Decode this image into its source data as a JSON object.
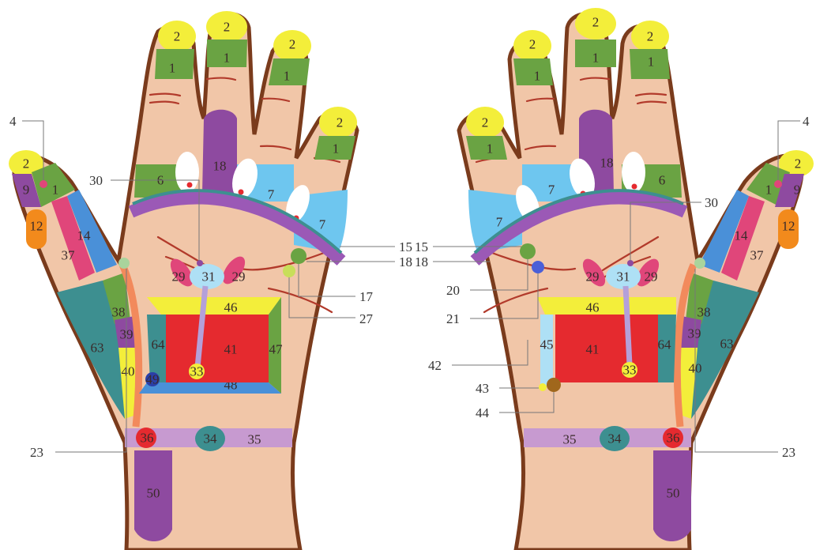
{
  "colors": {
    "skin": "#f1c6a8",
    "outline": "#7a3b1c",
    "yellow": "#f3ee3a",
    "green": "#6aa343",
    "purple": "#8e4aa0",
    "lightblue": "#6ec6ef",
    "blue": "#4a90d8",
    "red": "#e52a2f",
    "teal": "#3d8f90",
    "orange": "#f28a1c",
    "lavender": "#c79ad0",
    "pink": "#e0467a"
  },
  "left_hand": {
    "fingertips": [
      "2",
      "2",
      "2",
      "2",
      "2"
    ],
    "finger_bands": [
      "1",
      "1",
      "1",
      "1",
      "1"
    ],
    "zones": {
      "z9": "9",
      "z12": "12",
      "z14": "14",
      "z37": "37",
      "z6": "6",
      "z18": "18",
      "z7a": "7",
      "z7b": "7",
      "z29a": "29",
      "z31": "31",
      "z29b": "29",
      "z46": "46",
      "z38": "38",
      "z39": "39",
      "z64": "64",
      "z41": "41",
      "z47": "47",
      "z63": "63",
      "z40": "40",
      "z33": "33",
      "z49": "49",
      "z48": "48",
      "z36": "36",
      "z34": "34",
      "z35": "35",
      "z50": "50"
    },
    "callouts": {
      "c4": "4",
      "c30": "30",
      "c15": "15",
      "c18": "18",
      "c17": "17",
      "c27": "27",
      "c23": "23"
    }
  },
  "right_hand": {
    "fingertips": [
      "2",
      "2",
      "2",
      "2",
      "2"
    ],
    "finger_bands": [
      "1",
      "1",
      "1",
      "1",
      "1"
    ],
    "zones": {
      "z9": "9",
      "z12": "12",
      "z14": "14",
      "z37": "37",
      "z6": "6",
      "z18": "18",
      "z7a": "7",
      "z7b": "7",
      "z29a": "29",
      "z31": "31",
      "z29b": "29",
      "z46": "46",
      "z38": "38",
      "z39": "39",
      "z64": "64",
      "z41": "41",
      "z45": "45",
      "z63": "63",
      "z40": "40",
      "z33": "33",
      "z36": "36",
      "z34": "34",
      "z35": "35",
      "z50": "50"
    },
    "callouts": {
      "c4": "4",
      "c30": "30",
      "c15": "15",
      "c18": "18",
      "c20": "20",
      "c21": "21",
      "c42": "42",
      "c43": "43",
      "c44": "44",
      "c23": "23"
    }
  }
}
